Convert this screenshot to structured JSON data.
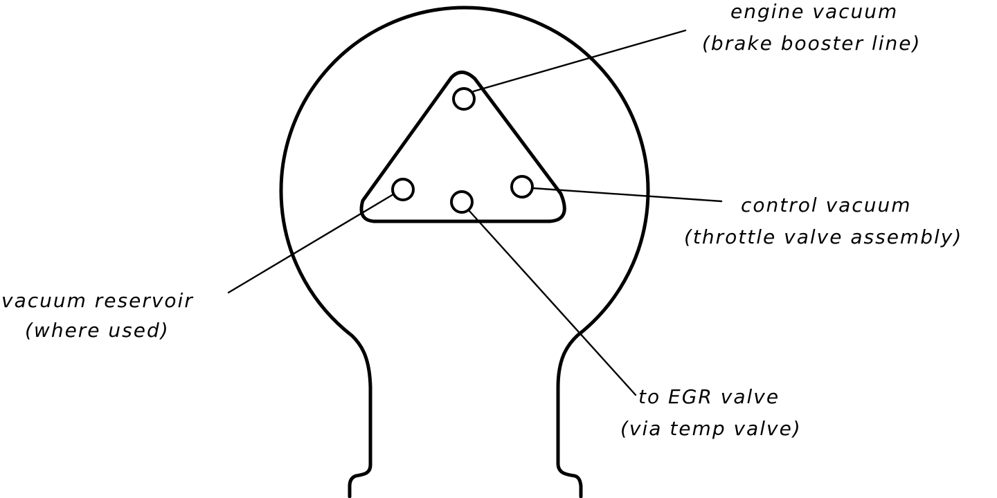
{
  "labels": {
    "engine_vacuum": {
      "line1": "engine vacuum",
      "line2": "(brake booster line)"
    },
    "control_vacuum": {
      "line1": "control vacuum",
      "line2": "(throttle valve assembly)"
    },
    "vacuum_reservoir": {
      "line1": "vacuum reservoir",
      "line2": "(where used)"
    },
    "egr_valve": {
      "line1": "to EGR valve",
      "line2": "(via temp valve)"
    }
  },
  "colors": {
    "line": "#000000",
    "background": "#ffffff"
  }
}
